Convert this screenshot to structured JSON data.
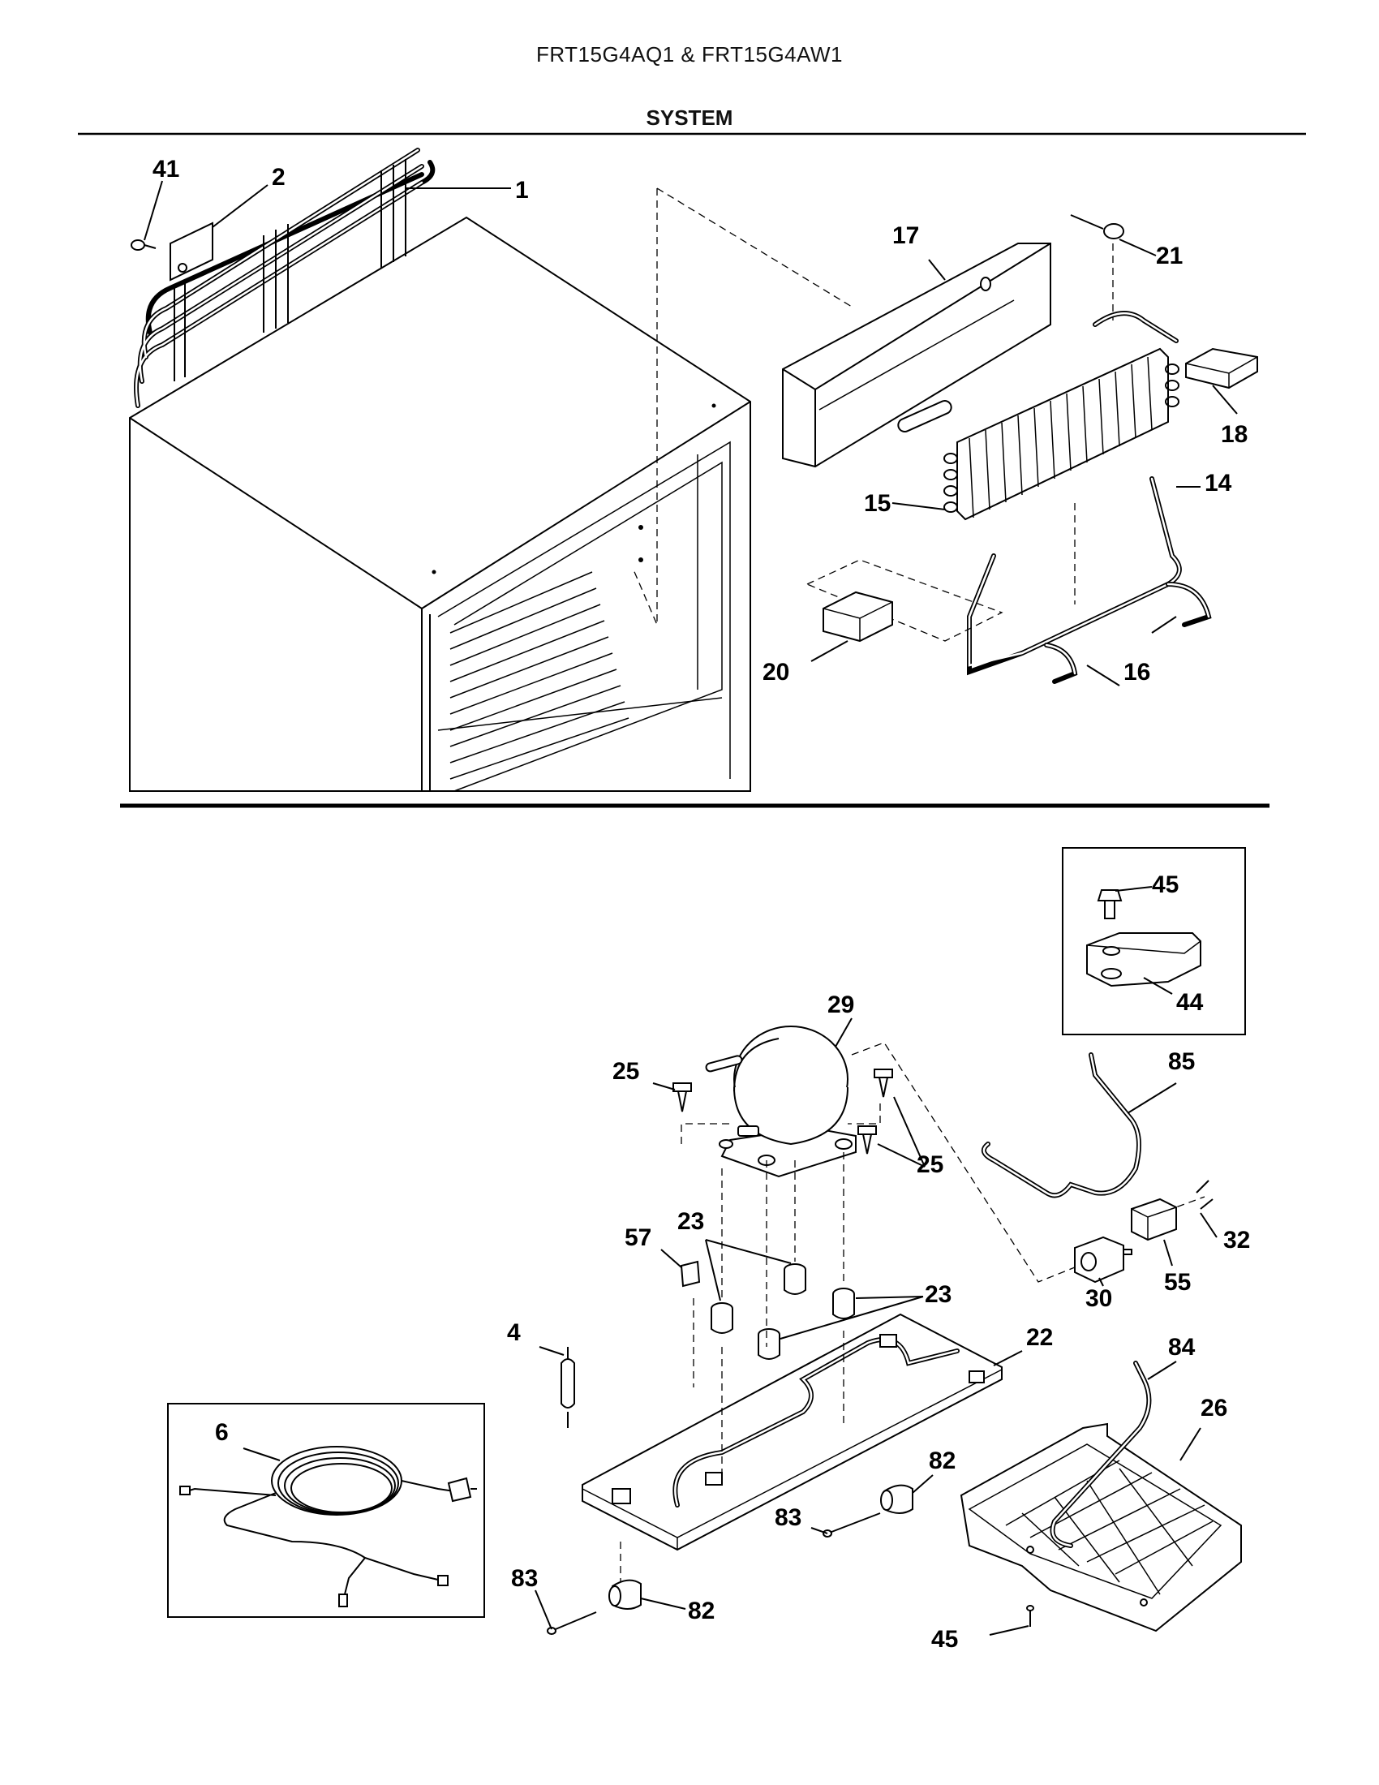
{
  "header": {
    "model_title": "FRT15G4AQ1 & FRT15G4AW1",
    "section_title": "SYSTEM"
  },
  "callouts": {
    "p1": "1",
    "p2": "2",
    "p4": "4",
    "p6": "6",
    "p14": "14",
    "p15": "15",
    "p16": "16",
    "p17": "17",
    "p18": "18",
    "p20": "20",
    "p21": "21",
    "p22": "22",
    "p23a": "23",
    "p23b": "23",
    "p25a": "25",
    "p25b": "25",
    "p26": "26",
    "p29": "29",
    "p30": "30",
    "p32": "32",
    "p41": "41",
    "p44": "44",
    "p45a": "45",
    "p45b": "45",
    "p55": "55",
    "p57": "57",
    "p82a": "82",
    "p82b": "82",
    "p83a": "83",
    "p83b": "83",
    "p84": "84",
    "p85": "85"
  }
}
